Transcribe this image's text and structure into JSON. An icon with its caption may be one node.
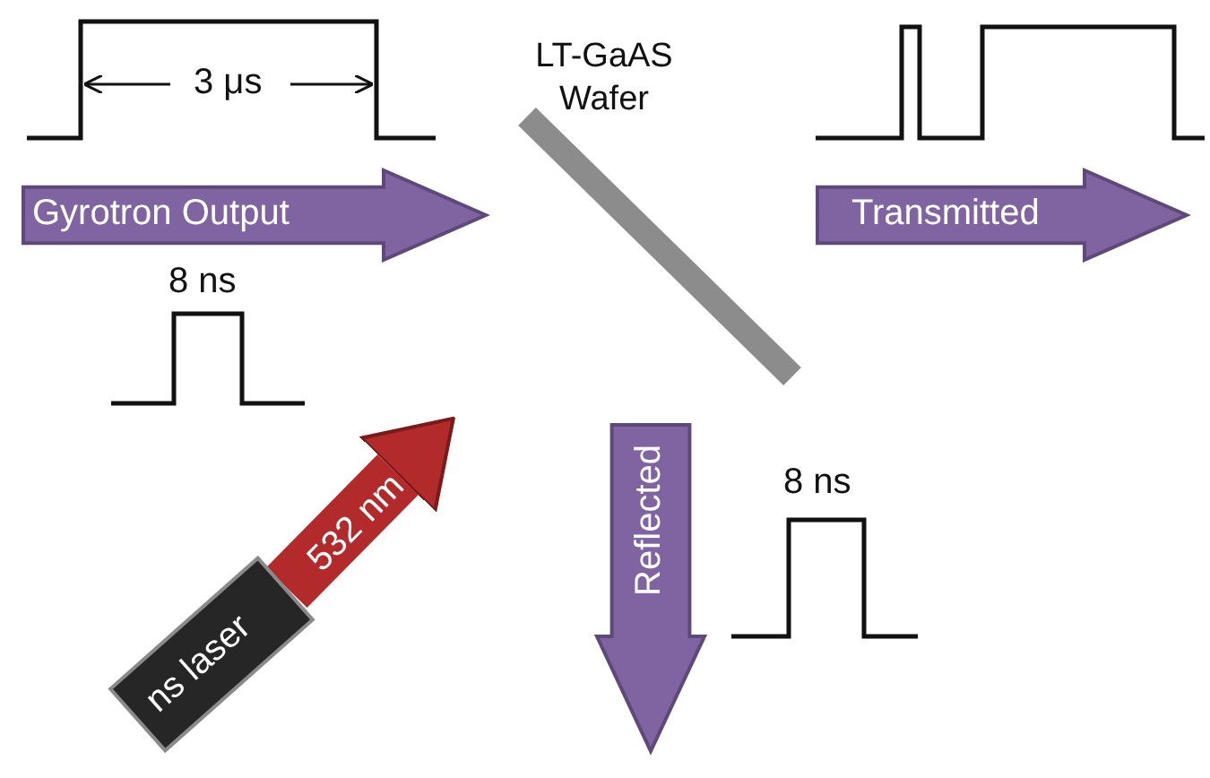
{
  "diagram": {
    "nodes": [
      {
        "text": [
          "Gyrotron Output"
        ]
      },
      {
        "text": [
          "LT-GaAS Wafer"
        ]
      },
      {
        "text": [
          "Transmitted"
        ]
      },
      {
        "text": [
          "ns laser"
        ]
      },
      {
        "text": [
          "Reflected"
        ]
      }
    ],
    "edges": [
      {
        "from": 3,
        "to": 1,
        "arrow": "to",
        "label": "532 nm"
      }
    ],
    "labels": [
      "3 μs",
      "8 ns",
      "8 ns"
    ]
  }
}
